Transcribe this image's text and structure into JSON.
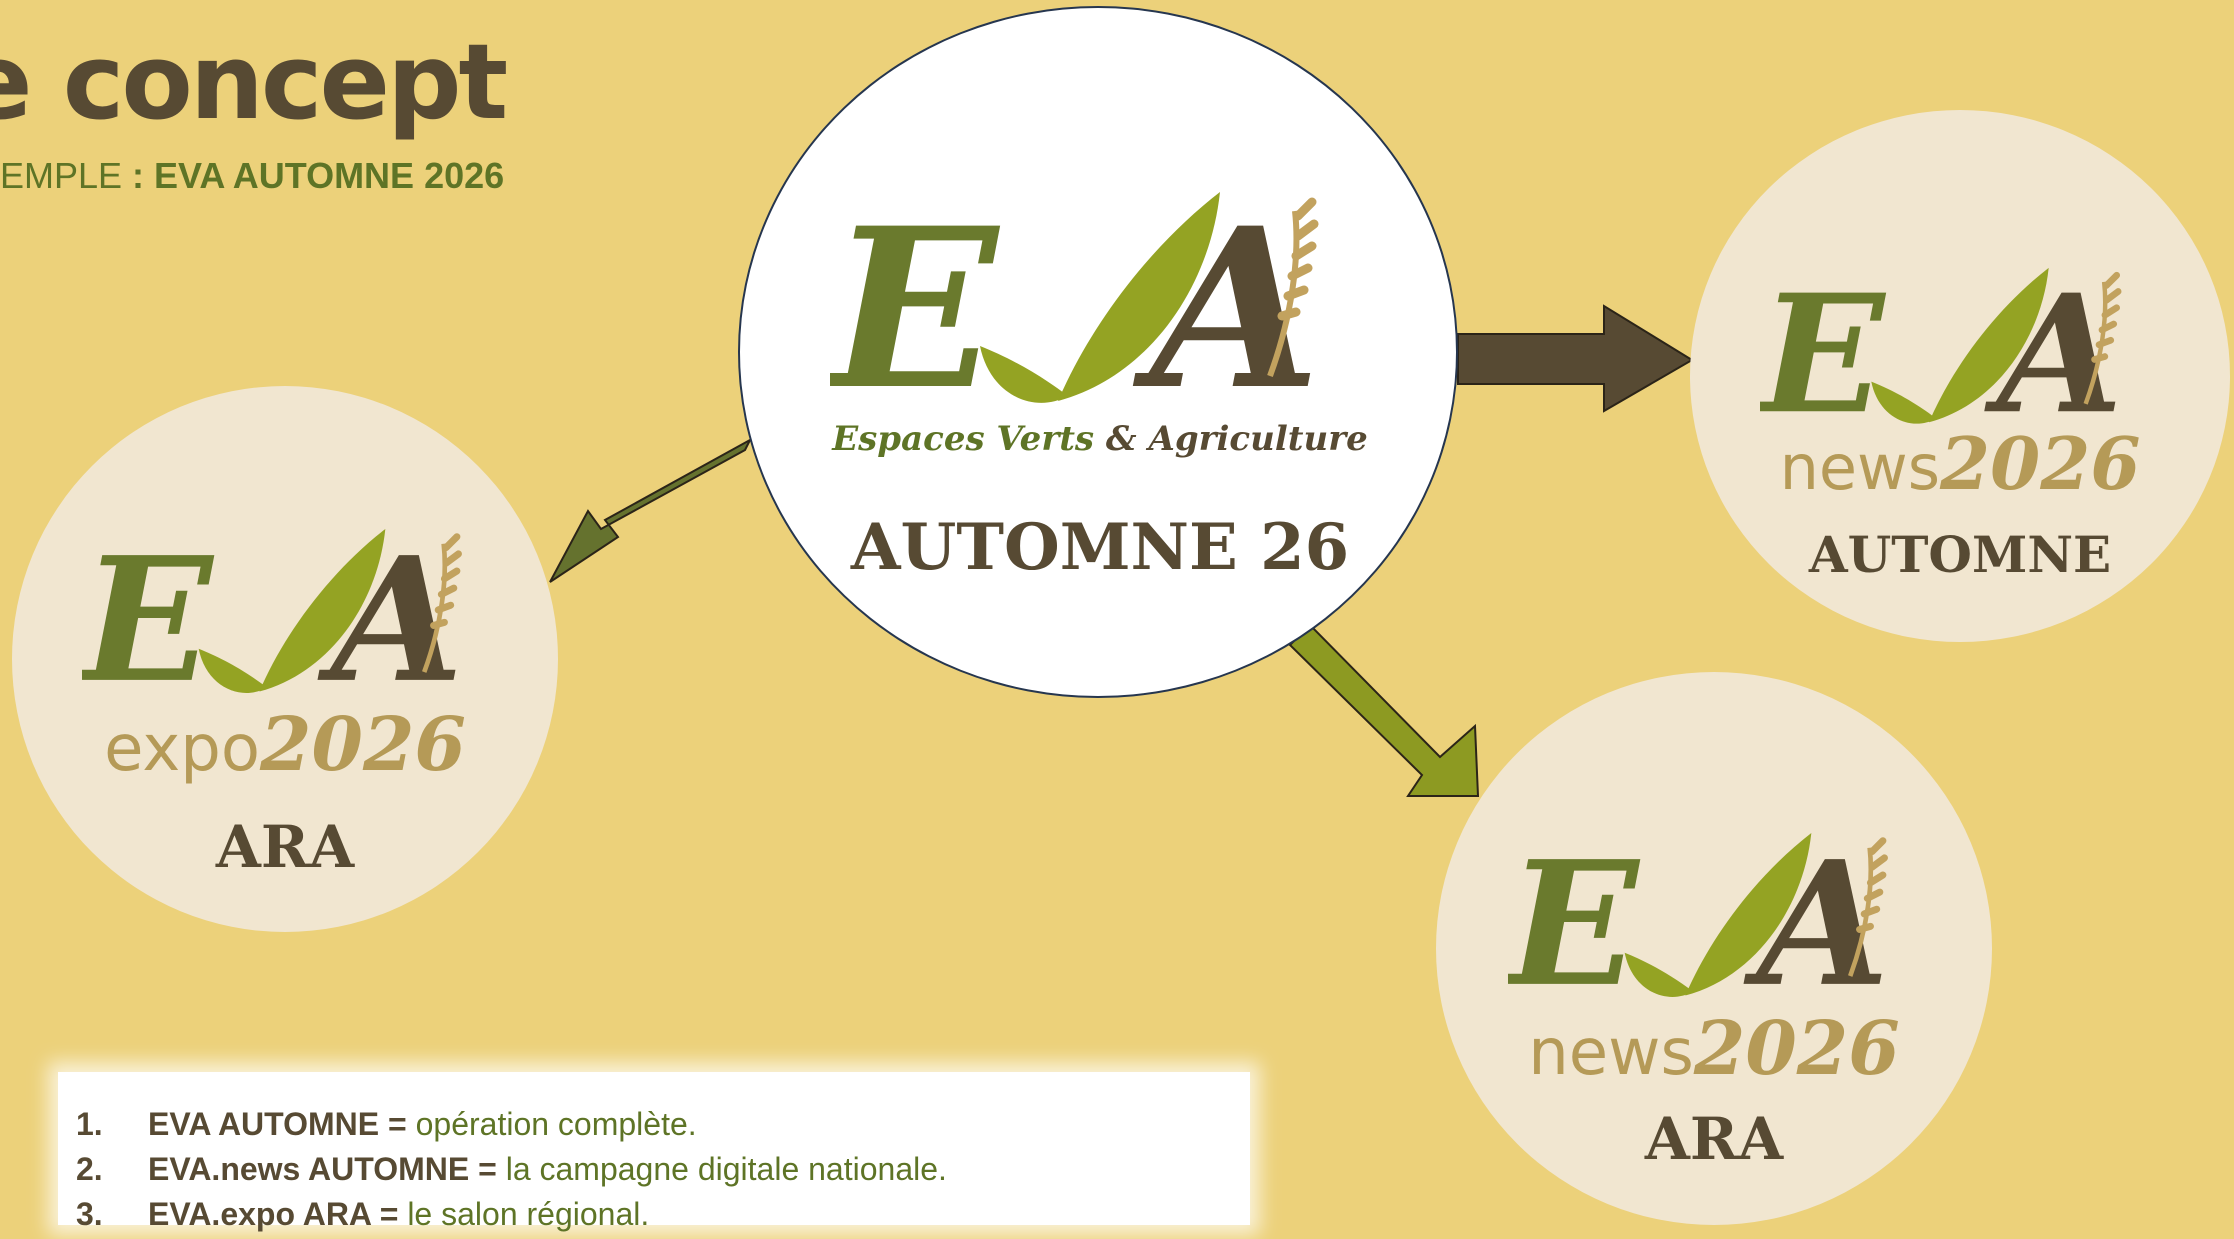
{
  "header": {
    "title": "e concept",
    "subtitle_prefix": "EMPLE ",
    "subtitle_colon": ": ",
    "subtitle_bold": "EVA AUTOMNE 2026"
  },
  "brand": {
    "logo_letters": "EVA",
    "colors": {
      "olive": "#6A7A2D",
      "leaf": "#94A323",
      "dark_brown": "#574A33",
      "gold": "#C2A25E",
      "background": "#ECD17A",
      "disc": "#F1E6D0"
    }
  },
  "nodes": {
    "main": {
      "tagline_green": "Espaces Verts",
      "tagline_amp": " & ",
      "tagline_dark": "Agriculture",
      "label": "AUTOMNE 26"
    },
    "news_automne": {
      "word": "news",
      "year": "2026",
      "label": "AUTOMNE"
    },
    "expo_ara": {
      "word": "expo",
      "year": "2026",
      "label": "ARA"
    },
    "news_ara": {
      "word": "news",
      "year": "2026",
      "label": "ARA"
    }
  },
  "notes": [
    {
      "num": "1.",
      "key": "EVA  AUTOMNE = ",
      "desc": "opération complète."
    },
    {
      "num": "2.",
      "key": "EVA.news AUTOMNE = ",
      "desc": "la campagne digitale nationale."
    },
    {
      "num": "3.",
      "key": "EVA.expo ARA = ",
      "desc": "le salon régional."
    }
  ]
}
